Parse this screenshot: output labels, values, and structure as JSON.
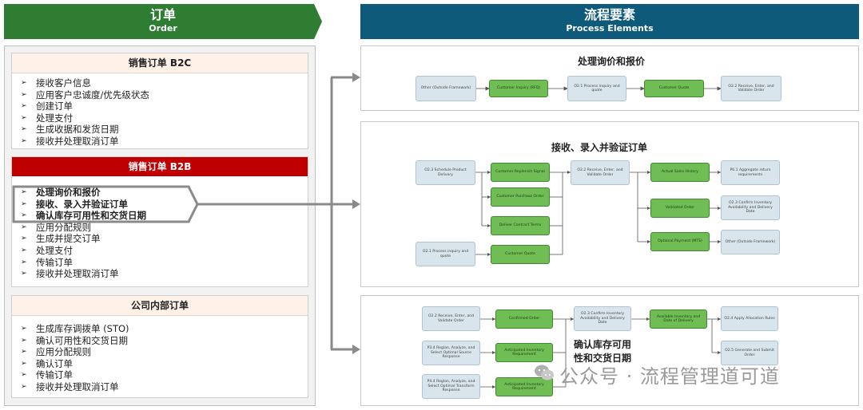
{
  "left_header": {
    "zh": "订单",
    "en": "Order"
  },
  "right_header": {
    "zh": "流程要素",
    "en": "Process Elements"
  },
  "sections": [
    {
      "title": "销售订单 B2C",
      "items": [
        "接收客户信息",
        "应用客户忠诚度/优先级状态",
        "创建订单",
        "处理支付",
        "生成收据和发货日期",
        "接收并处理取消订单"
      ]
    },
    {
      "title": "销售订单 B2B",
      "bold_items": [
        "处理询价和报价",
        "接收、录入并验证订单",
        "确认库存可用性和交货日期"
      ],
      "items": [
        "应用分配规则",
        "生成并提交订单",
        "处理支付",
        "传输订单",
        "接收并处理取消订单"
      ]
    },
    {
      "title": "公司内部订单",
      "items": [
        "生成库存调拨单 (STO)",
        "确认可用性和交货日期",
        "应用分配规则",
        "确认订单",
        "传输订单",
        "接收并处理取消订单"
      ]
    }
  ],
  "panel1": {
    "title": "处理询价和报价",
    "nodes": [
      "Other (Outside Framework)",
      "Customer Inquiry (RFQ)",
      "O2.1 Process inquiry and quote",
      "Customer Quote",
      "O2.2 Receive, Enter, and Validate Order"
    ]
  },
  "panel2": {
    "title": "接收、录入并验证订单",
    "nodes": [
      "O2.3 Schedule Product Delivery",
      "Customer Replenish Signal",
      "Customer Purchase Order",
      "Deliver Contract Terms",
      "O2.1 Process inquiry and quote",
      "Customer Quote",
      "O2.2 Receive, Enter, and Validate Order",
      "Actual Sales History",
      "Validated Order",
      "Optional Payment (MTS)",
      "P6.1 Aggregate return requirements",
      "O2.3 Confirm Inventory Availability and Delivery Date",
      "Other (Outside Framework)"
    ]
  },
  "panel3": {
    "title": "确认库存可用性和交货日期",
    "nodes": [
      "O2.2 Receive, Enter, and Validate Order",
      "P3.4 Reglan, Analyze, and Select Optimal Source Response",
      "P4.4 Reglan, Analyze, and Select Optimal Transform Response",
      "Confirmed Order",
      "Anticipated Inventory Requirement",
      "Anticipated Inventory Requirement",
      "O2.3 Confirm Inventory Availability and Delivery Date",
      "Available Inventory and Date of Delivery",
      "O2.4 Apply Allocation Rules",
      "O2.5 Generate and Submit Order"
    ]
  },
  "watermark": "公众号 · 流程管理道可道",
  "colors": {
    "order_green": "#2f7d32",
    "process_blue": "#0d5a7a",
    "b2b_red": "#c00000",
    "node_green": "#6fbd54",
    "node_blue": "#d9e5ec"
  }
}
